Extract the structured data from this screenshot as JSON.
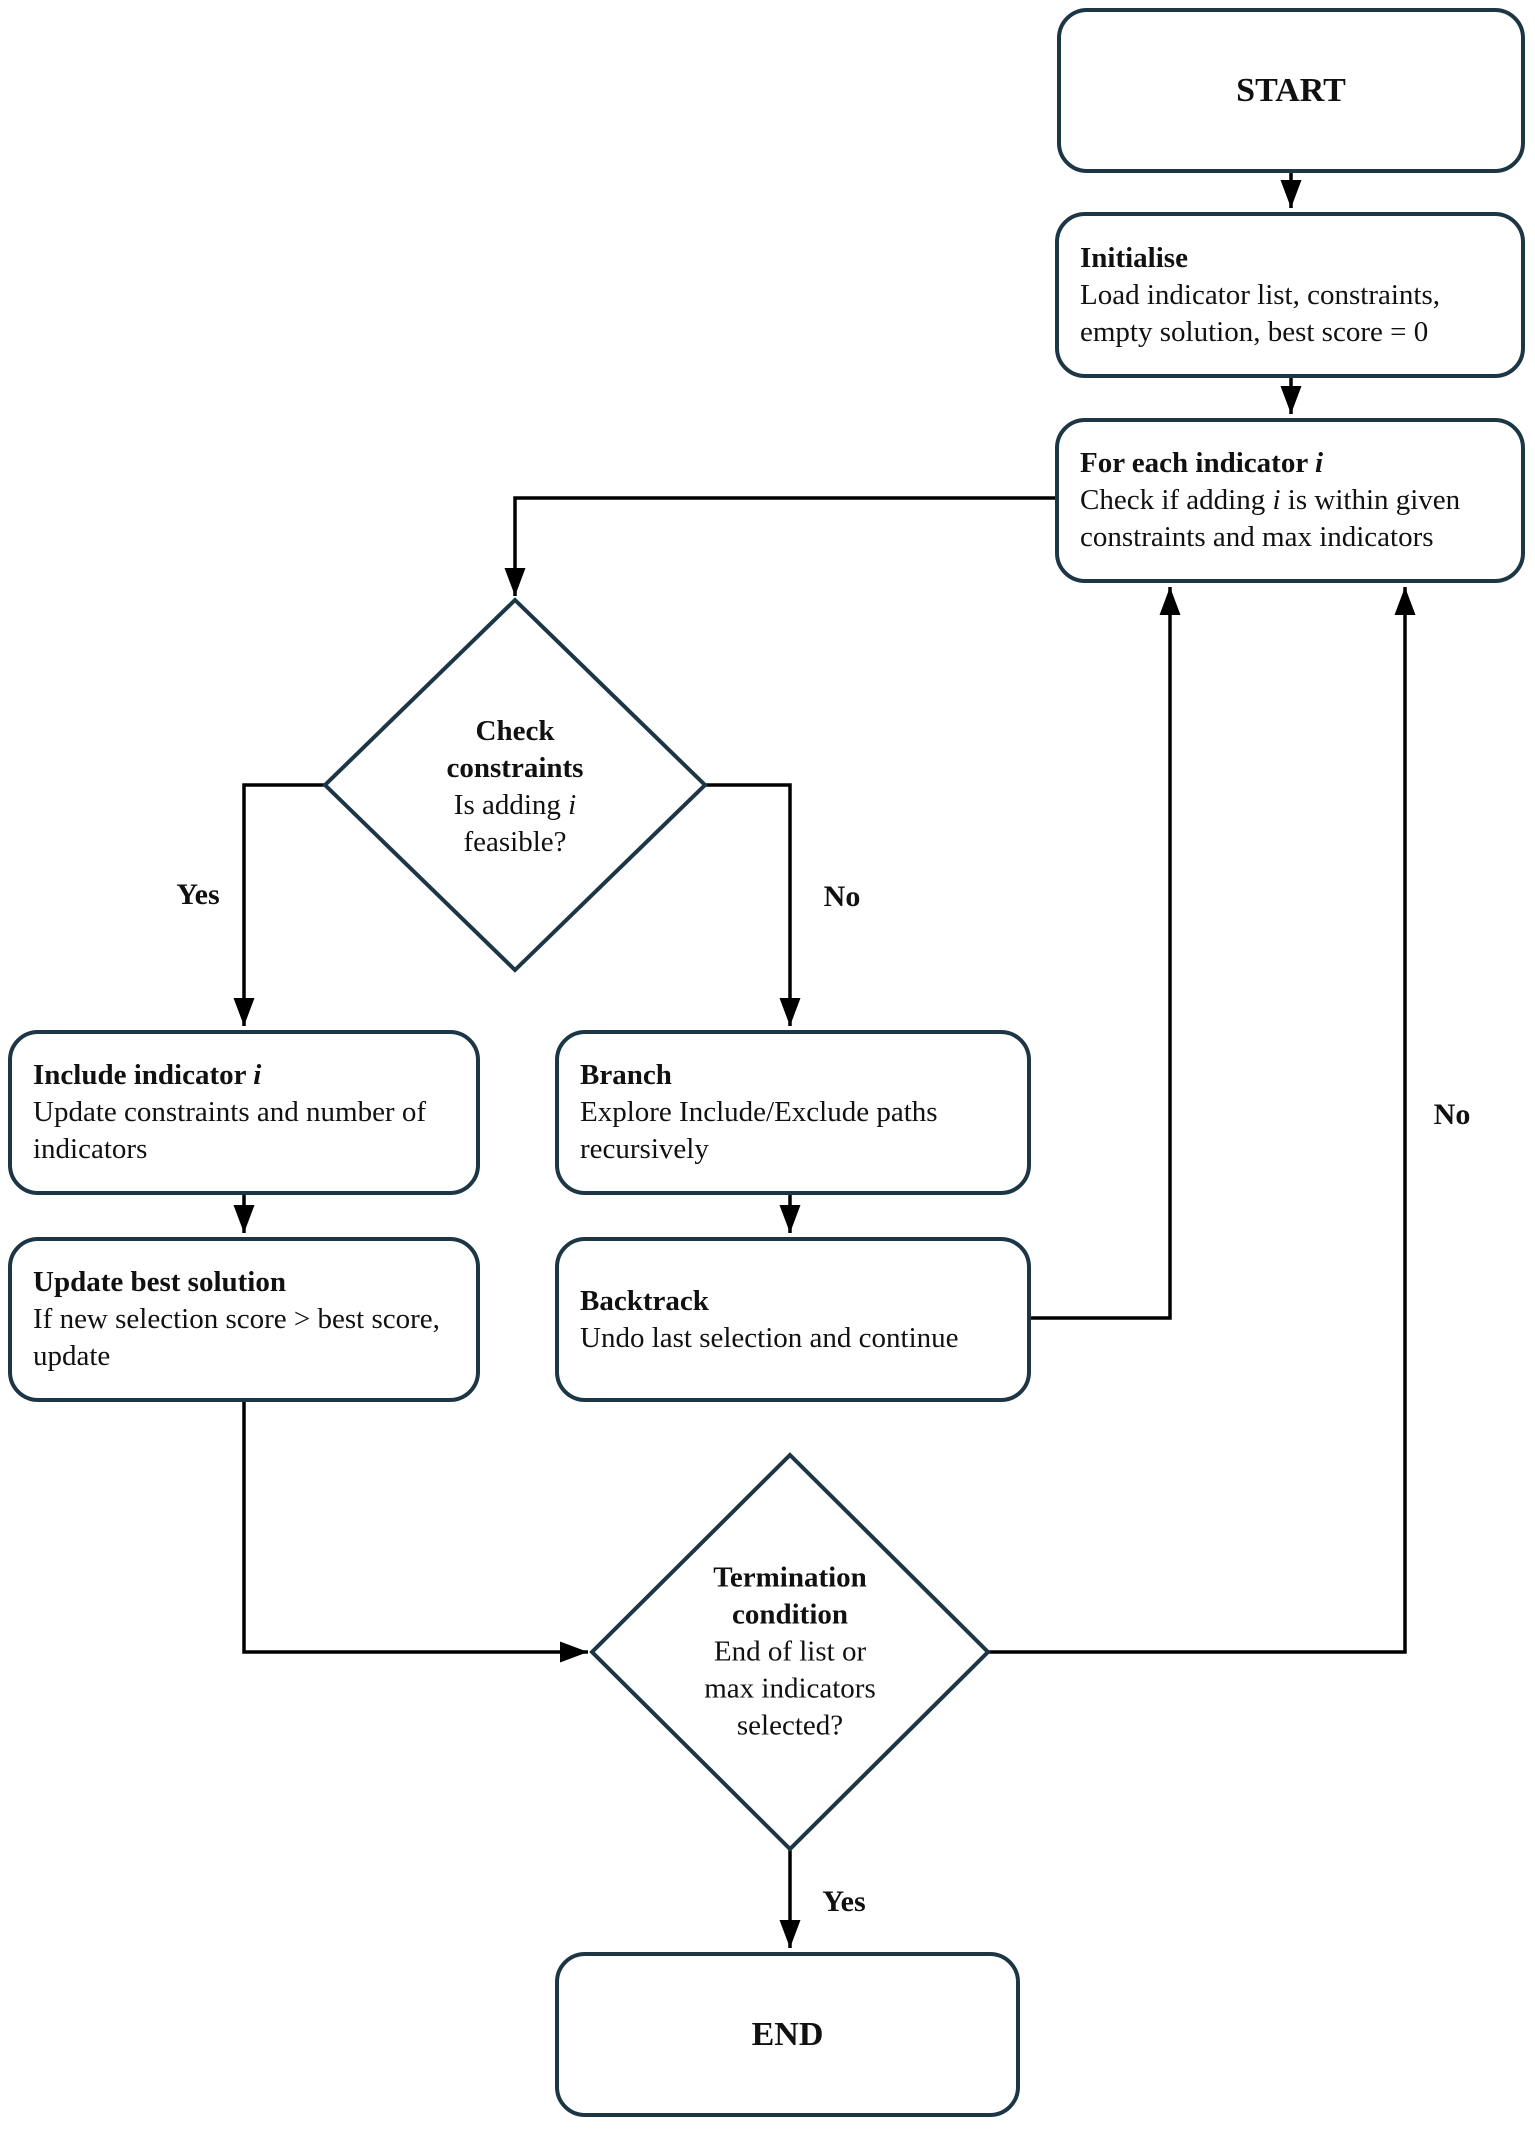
{
  "flowchart": {
    "nodes": {
      "start": {
        "label": "START"
      },
      "initialise": {
        "title": "Initialise",
        "body_pre": "Load indicator list, constraints, empty solution, best score = 0"
      },
      "for_each": {
        "title_pre": "For each indicator ",
        "title_emph": "i",
        "body_pre": "Check if adding ",
        "body_emph": "i",
        "body_post": " is within given constraints and max indicators"
      },
      "check_constraints": {
        "title": "Check constraints",
        "body_pre": "Is adding ",
        "body_emph": "i",
        "body_post": " feasible?"
      },
      "include": {
        "title_pre": "Include indicator ",
        "title_emph": "i",
        "body_pre": "Update constraints and number of indicators"
      },
      "branch": {
        "title": "Branch",
        "body_pre": "Explore Include/Exclude paths recursively"
      },
      "update_best": {
        "title": "Update best solution",
        "body_pre": "If new selection score > best score, update"
      },
      "backtrack": {
        "title": "Backtrack",
        "body_pre": "Undo last selection and continue"
      },
      "termination": {
        "title": "Termination condition",
        "body_pre": "End of list or max indicators selected?"
      },
      "end": {
        "label": "END"
      }
    },
    "edge_labels": {
      "check_yes": "Yes",
      "check_no": "No",
      "termination_no": "No",
      "termination_yes": "Yes"
    },
    "colors": {
      "node_border": "#1c3645",
      "connector": "#000000",
      "text": "#111111",
      "background": "#ffffff"
    }
  }
}
